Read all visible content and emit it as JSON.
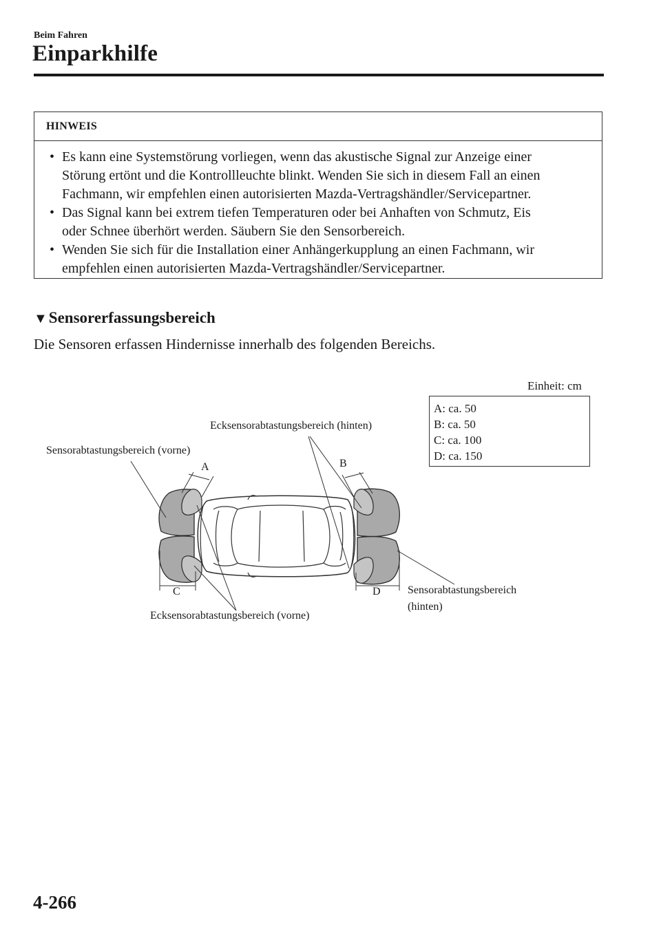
{
  "header": {
    "chapter": "Beim Fahren",
    "title": "Einparkhilfe"
  },
  "note": {
    "heading": "HINWEIS",
    "bullet": "•",
    "items": [
      {
        "line1": "Es kann eine Systemstörung vorliegen, wenn das akustische Signal zur Anzeige einer",
        "line2": "Störung ertönt und die Kontrollleuchte blinkt. Wenden Sie sich in diesem Fall an einen",
        "line3": "Fachmann, wir empfehlen einen autorisierten Mazda-Vertragshändler/Servicepartner."
      },
      {
        "line1": "Das Signal kann bei extrem tiefen Temperaturen oder bei Anhaften von Schmutz, Eis",
        "line2": "oder Schnee überhört werden. Säubern Sie den Sensorbereich."
      },
      {
        "line1": "Wenden Sie sich für die Installation einer Anhängerkupplung an einen Fachmann, wir",
        "line2": "empfehlen einen autorisierten Mazda-Vertragshändler/Servicepartner."
      }
    ]
  },
  "section": {
    "marker": "▼",
    "title": "Sensorerfassungsbereich",
    "intro": "Die Sensoren erfassen Hindernisse innerhalb des folgenden Bereichs."
  },
  "diagram": {
    "unit": "Einheit: cm",
    "legend": [
      "A: ca. 50",
      "B: ca. 50",
      "C: ca. 100",
      "D: ca. 150"
    ],
    "labels": {
      "front_sensor": "Sensorabtastungsbereich (vorne)",
      "rear_corner": "Ecksensorabtastungsbereich (hinten)",
      "front_corner": "Ecksensorabtastungsbereich (vorne)",
      "rear_sensor_1": "Sensorabtastungsbereich",
      "rear_sensor_2": "(hinten)",
      "a": "A",
      "b": "B",
      "c": "C",
      "d": "D"
    },
    "colors": {
      "zone": "#a9a9a9",
      "zone_outline": "#2a2a2a",
      "car": "#ffffff"
    }
  },
  "footer": {
    "page_number": "4-266"
  }
}
